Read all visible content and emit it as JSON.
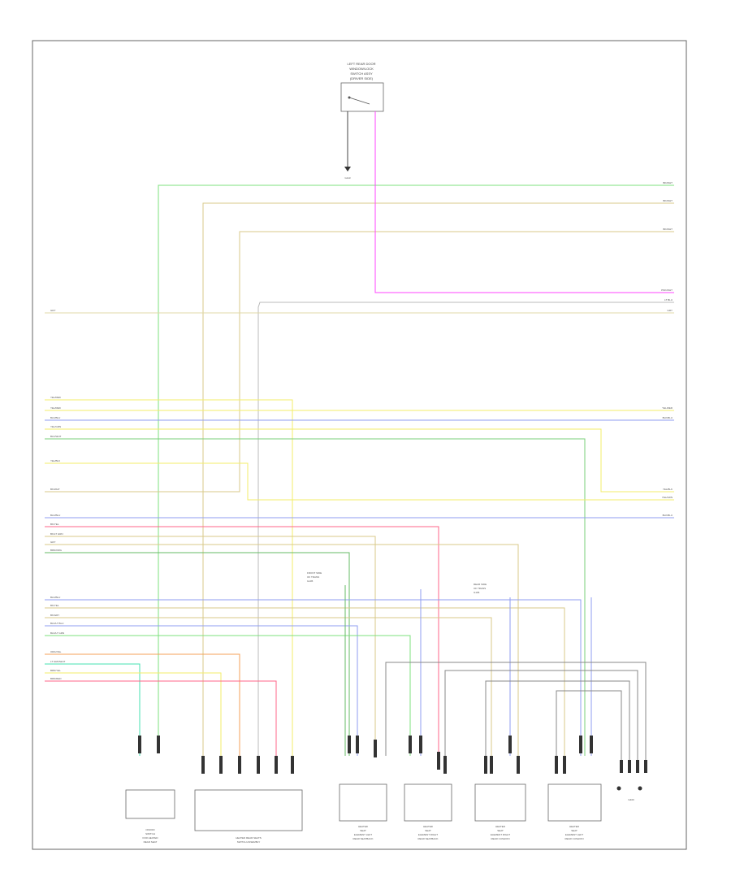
{
  "diagram": {
    "figure_id": "",
    "top_component": {
      "label_lines": [
        "LEFT REAR DOOR",
        "WINDOW/LOCK",
        "SWITCH ASSY",
        "(DRIVER SIDE)"
      ],
      "ground": "G113"
    },
    "right_refs": [
      "BK/WHT",
      "BK/WHT",
      "BK/WHT",
      "PNK/WHT",
      "LT BLU",
      "GRY",
      "YEL/RED",
      "BLK/BLU",
      "YEL/BLK",
      "YEL/GRN",
      "BLK/BLU"
    ],
    "left_wires": [
      "GRY",
      "YEL/RED",
      "YEL/RED",
      "BLK/BLU",
      "YEL/GRN",
      "BLK/WHT",
      "YEL/BLK",
      "BK/WHT",
      "BLK/BLU",
      "BK/YEL",
      "BK/LT GRN",
      "GRY",
      "BRN/ORG",
      "BLK/BLU",
      "BK/YEL",
      "BK/GRY",
      "BLK/LT BLU",
      "BLK/LT GRN",
      "ORG/YEL",
      "LT GRN/WHT",
      "BRN/YEL",
      "BRN/RED"
    ],
    "mid_labels": [
      {
        "lines": [
          "FRONT SIDE",
          "OF TRANS",
          "G105"
        ]
      },
      {
        "lines": [
          "REAR SIDE",
          "OF TRANS",
          "G106"
        ]
      }
    ],
    "bottom_components": [
      {
        "lines": [
          "ON/OFF",
          "SWITCH",
          "FOR HEATED",
          "REAR SEAT"
        ]
      },
      {
        "lines": [
          "HEATED REAR SEATS",
          "SWITCH ASSEMBLY"
        ]
      },
      {
        "lines": [
          "HEATED",
          "SEAT",
          "ELEMENT LEFT",
          "REAR SEATBACK"
        ]
      },
      {
        "lines": [
          "HEATED",
          "SEAT",
          "ELEMENT RIGHT",
          "REAR SEATBACK"
        ]
      },
      {
        "lines": [
          "HEATED",
          "SEAT",
          "ELEMENT RIGHT",
          "REAR CUSHION"
        ]
      },
      {
        "lines": [
          "HEATED",
          "SEAT",
          "ELEMENT LEFT",
          "REAR CUSHION"
        ]
      }
    ],
    "ground_label": "G400",
    "colors": {
      "frame": "#666666",
      "green": "#7de07d",
      "tan": "#d9c98a",
      "magenta": "#ff44ff",
      "yellow": "#f3ee6a",
      "blue": "#8f9ef0",
      "orange": "#f4a05a",
      "pink": "#ff6688",
      "gray": "#888888",
      "mint": "#44e0b0"
    }
  }
}
